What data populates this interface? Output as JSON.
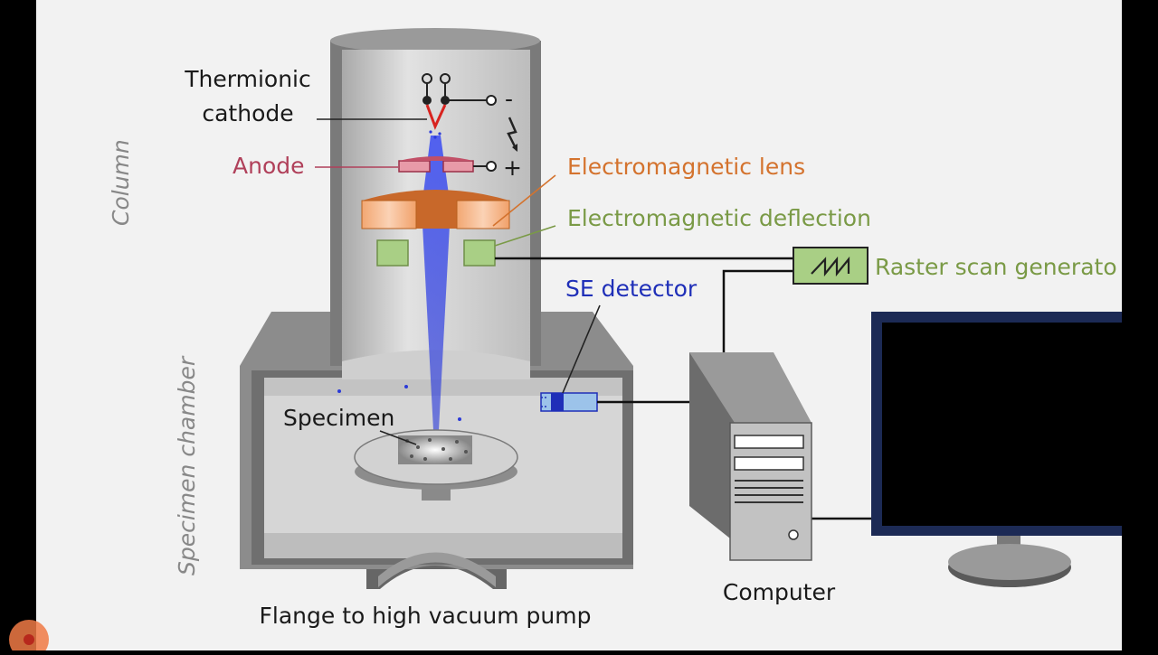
{
  "labels": {
    "thermionic_line1": "Thermionic",
    "thermionic_line2": "cathode",
    "anode": "Anode",
    "em_lens": "Electromagnetic lens",
    "em_deflection": "Electromagnetic deflection",
    "raster": "Raster scan generato",
    "se_detector": "SE detector",
    "specimen": "Specimen",
    "column": "Column",
    "specimen_chamber": "Specimen chamber",
    "flange": "Flange to high vacuum pump",
    "computer": "Computer",
    "minus": "-",
    "plus": "+"
  },
  "colors": {
    "background": "#f2f2f2",
    "anode": "#b0405a",
    "lens": "#d4732e",
    "deflection": "#7a9a46",
    "se_detector": "#1f2fb8",
    "beam": "#3b4bdc",
    "cathode": "#d8231f",
    "text": "#1a1a1a",
    "side_label": "#888888"
  }
}
